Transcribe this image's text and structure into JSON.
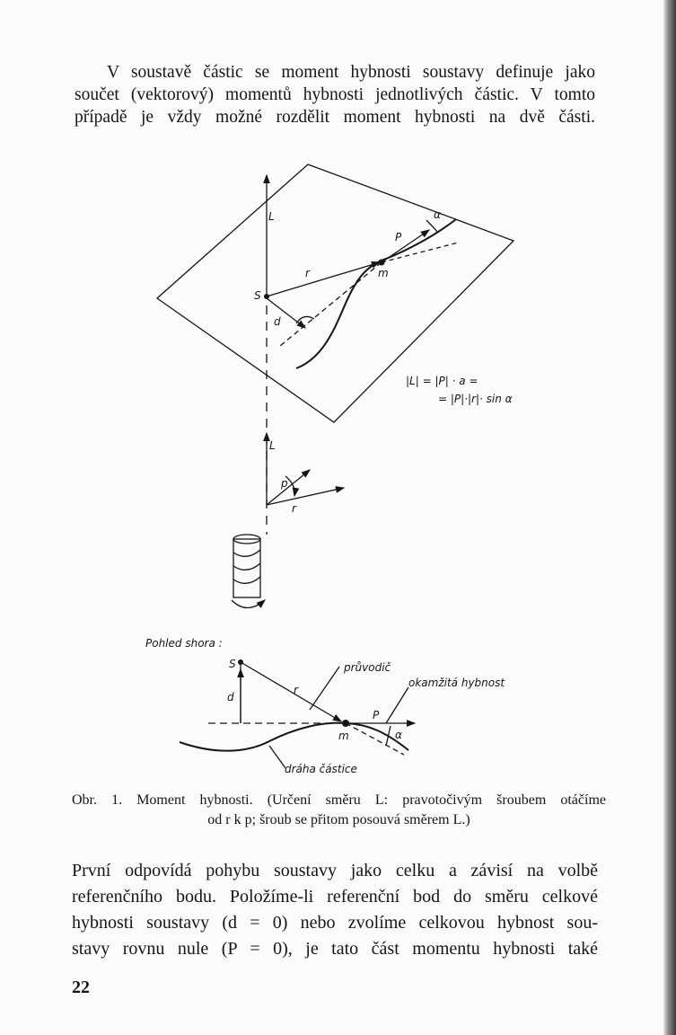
{
  "intro_paragraph": {
    "lines": [
      "V soustavě částic se moment hybnosti soustavy definuje jako",
      "součet (vektorový) momentů hybnosti jednotlivých částic. V tomto",
      "případě je vždy možné rozdělit moment hybnosti na dvě části."
    ]
  },
  "figure": {
    "labels_3d": {
      "L": "L",
      "P": "P",
      "alpha": "α",
      "r": "r",
      "m": "m",
      "S": "S",
      "d": "d"
    },
    "formula_line1": "|L| = |P| · a =",
    "formula_line2": "= |P|·|r|· sin α",
    "labels_lower": {
      "L": "L",
      "p": "p",
      "r": "r"
    },
    "top_view": {
      "title": "Pohled shora :",
      "S": "S",
      "d": "d",
      "r": "r",
      "m": "m",
      "P": "P",
      "alpha": "α",
      "pruvodic": "průvodič",
      "okamzita_hybnost": "okamžitá hybnost",
      "draha_castice": "dráha částice"
    }
  },
  "caption": {
    "line1": "Obr. 1. Moment hybnosti. (Určení směru L: pravotočivým šroubem otáčíme",
    "line2": "od r k p; šroub se přitom posouvá směrem L.)"
  },
  "body_paragraph": {
    "lines": [
      "První odpovídá pohybu soustavy jako celku a závisí na volbě",
      "referenčního bodu. Položíme-li referenční bod do směru celkové",
      "hybnosti soustavy (d = 0) nebo zvolíme celkovou hybnost sou-",
      "stavy rovnu nule (P = 0), je tato část momentu hybnosti také"
    ]
  },
  "page_number": "22"
}
